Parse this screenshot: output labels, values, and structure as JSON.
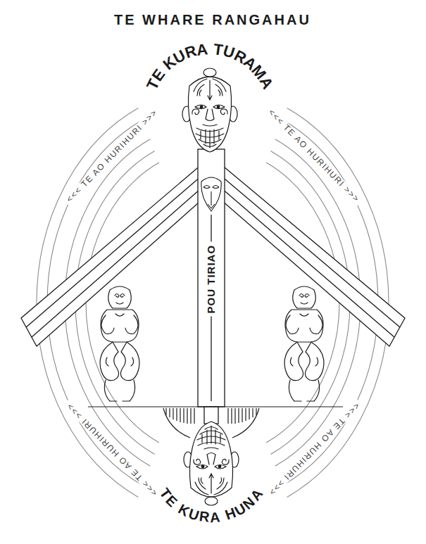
{
  "diagram": {
    "title": "TE WHARE RANGAHAU",
    "labels": [
      "TE KURA TURAMA",
      "<<< TE AO HURIHURI >>>",
      "<<< TE AO HURIHURI >>>",
      "POU TIRIAO",
      "<<< TE AO HURIHURI >>>",
      "<<< TE AO HURIHURI >>>",
      "TE KURA HUNA"
    ]
  }
}
